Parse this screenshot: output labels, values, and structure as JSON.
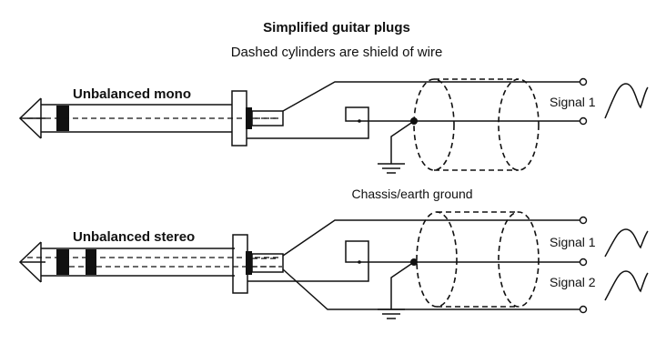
{
  "title": "Simplified guitar plugs",
  "subtitle": "Dashed cylinders are shield of wire",
  "ground_label": "Chassis/earth ground",
  "plugs": [
    {
      "name": "Unbalanced mono",
      "signals": [
        "Signal 1"
      ]
    },
    {
      "name": "Unbalanced stereo",
      "signals": [
        "Signal 1",
        "Signal 2"
      ]
    }
  ]
}
